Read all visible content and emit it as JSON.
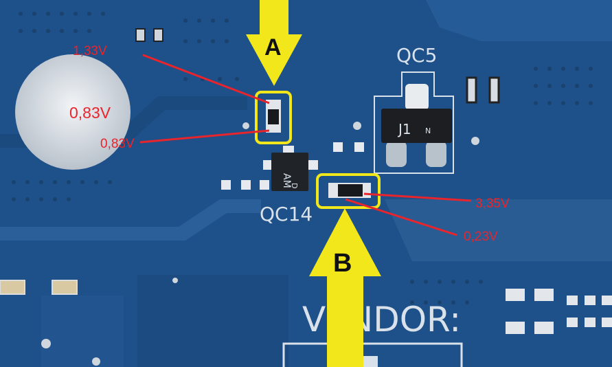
{
  "silkscreen": {
    "qc5": "QC5",
    "qc14": "QC14",
    "vendor": "VENDOR:",
    "chip_marking_1": "J1",
    "chip_marking_2": "N",
    "chip_marking_3": "AM",
    "chip_marking_4": "D"
  },
  "arrows": {
    "a_label": "A",
    "b_label": "B"
  },
  "voltages": {
    "a_top": "1,33V",
    "a_mid": "0,83V",
    "a_bottom": "0,83V",
    "b_upper": "3,35V",
    "b_lower": "0,23V"
  },
  "colors": {
    "board": "#1d4f86",
    "highlight": "#f2e71a",
    "annotation": "#e8242c",
    "silkscreen": "#d9e2ea"
  }
}
